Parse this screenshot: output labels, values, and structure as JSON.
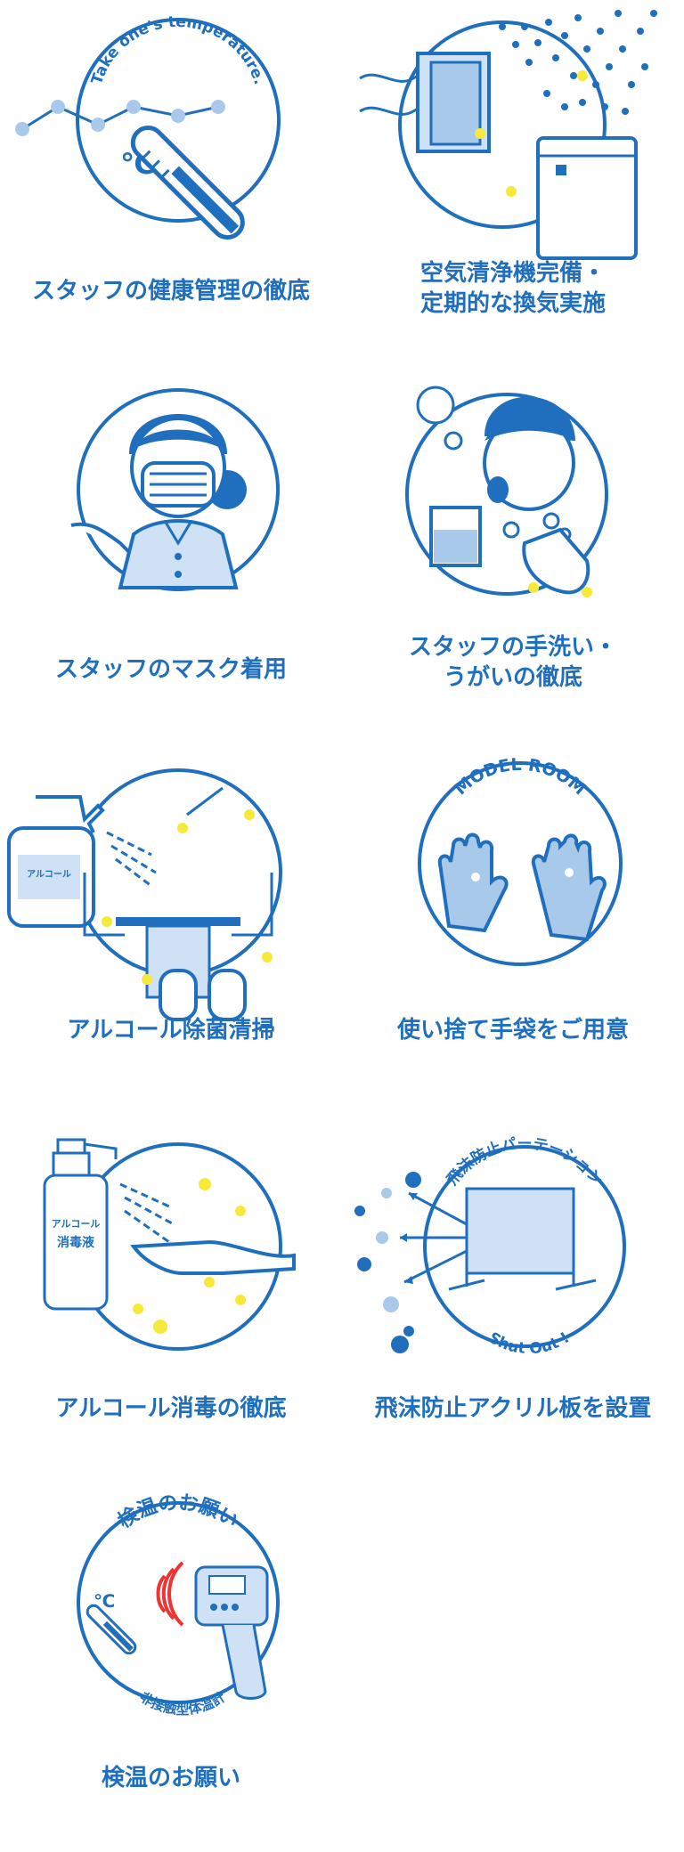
{
  "items": [
    {
      "label_lines": [
        "スタッフの健康管理の徹底"
      ],
      "arc_text": "Take one's temperature.",
      "extra_text": "℃"
    },
    {
      "label_lines": [
        "空気清浄機完備・",
        "定期的な換気実施"
      ]
    },
    {
      "label_lines": [
        "スタッフのマスク着用"
      ]
    },
    {
      "label_lines": [
        "スタッフの手洗い・",
        "うがいの徹底"
      ]
    },
    {
      "label_lines": [
        "アルコール除菌清掃"
      ],
      "bottle_text": "アルコール"
    },
    {
      "label_lines": [
        "使い捨て手袋をご用意"
      ],
      "arc_text": "MODEL ROOM"
    },
    {
      "label_lines": [
        "アルコール消毒の徹底"
      ],
      "bottle_text_1": "アルコール",
      "bottle_text_2": "消毒液"
    },
    {
      "label_lines": [
        "飛沫防止アクリル板を設置"
      ],
      "arc_text": "飛沫防止パーテーション",
      "arc_bottom_text": "Shut Out !"
    },
    {
      "label_lines": [
        "検温のお願い"
      ],
      "arc_text": "検温のお願い",
      "arc_bottom_text": "非接触型体温計",
      "extra_text": "℃"
    }
  ],
  "colors": {
    "brand": "#1f6fbe",
    "light": "#a9c9ea",
    "spark": "#f7e93a"
  }
}
